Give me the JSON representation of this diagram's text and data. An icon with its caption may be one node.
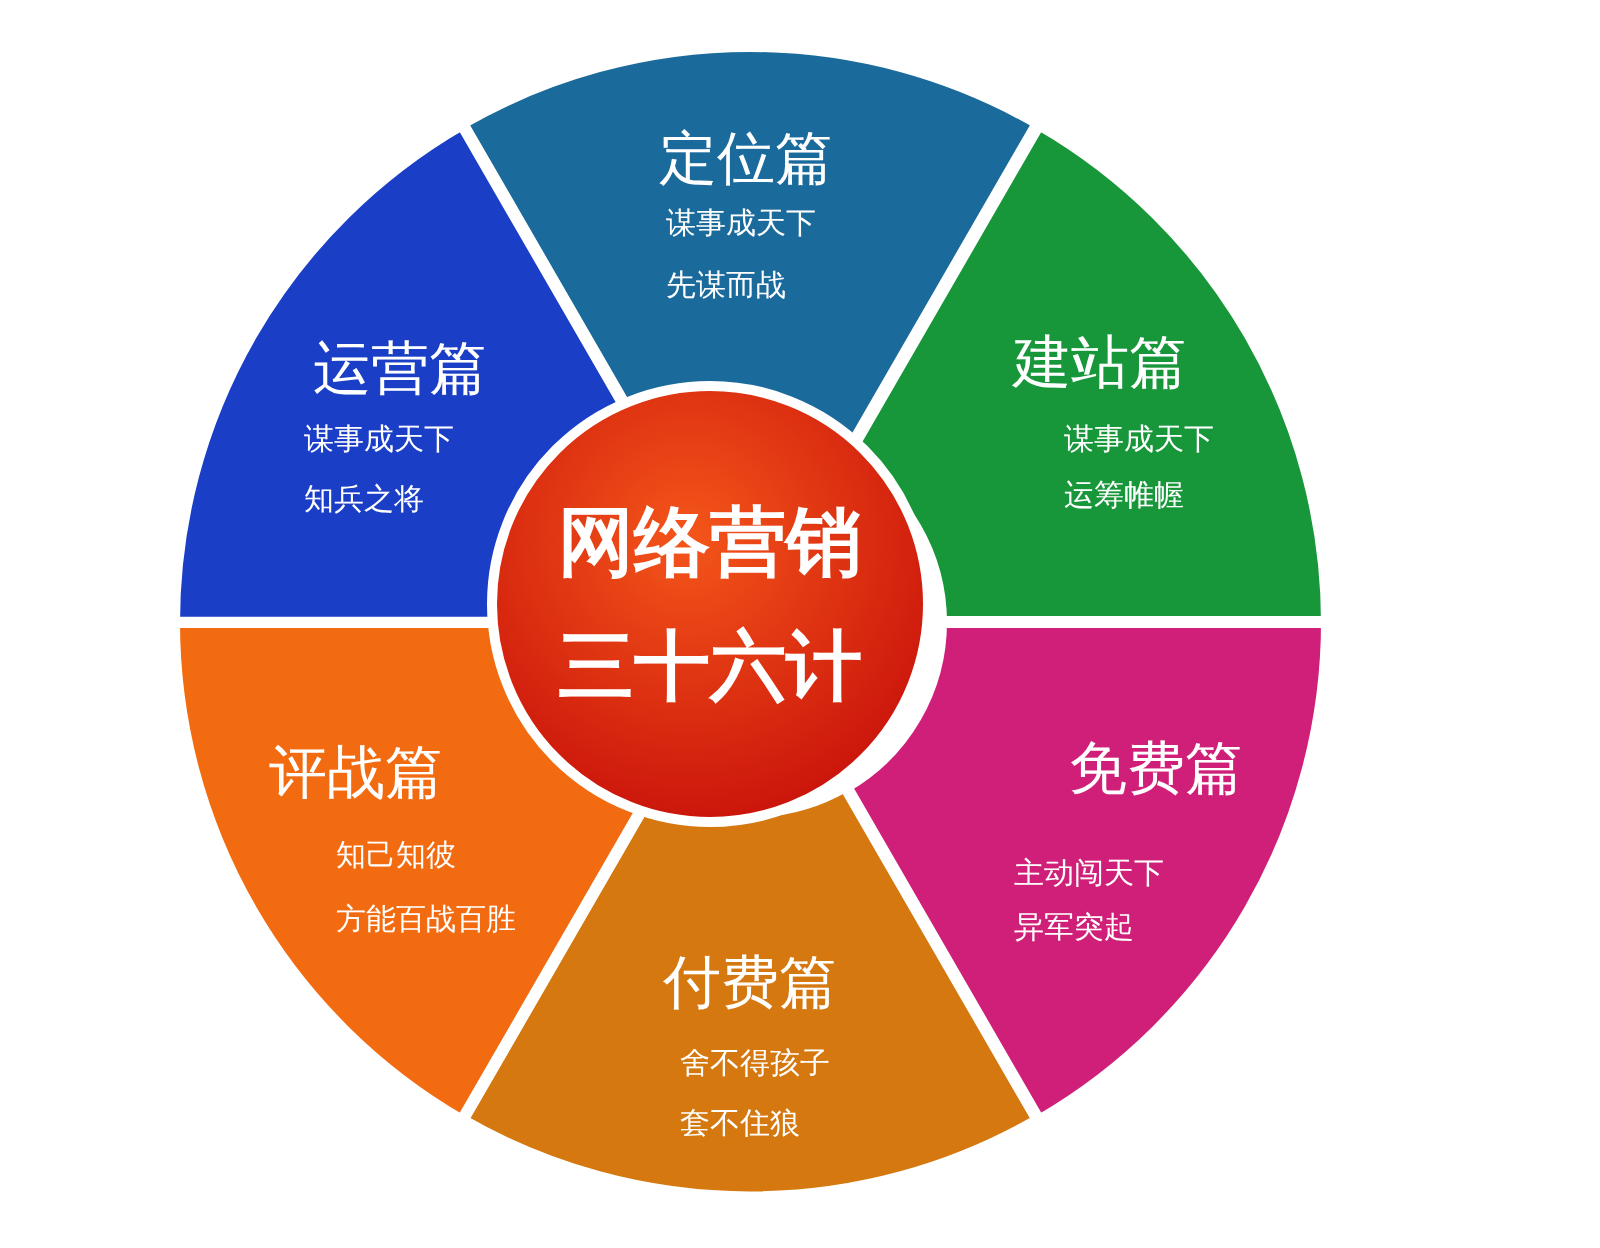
{
  "diagram": {
    "nodes": [
      {
        "text": [
          "网络营销三十六计"
        ]
      },
      {
        "text": [
          "定位篇",
          "谋事成天下",
          "先谋而战"
        ]
      },
      {
        "text": [
          "建站篇",
          "谋事成天下",
          "运筹帷幄"
        ]
      },
      {
        "text": [
          "免费篇",
          "主动闯天下",
          "异军突起"
        ]
      },
      {
        "text": [
          "付费篇",
          "舍不得孩子",
          "套不住狼"
        ]
      },
      {
        "text": [
          "评战篇",
          "知己知彼",
          "方能百战百胜"
        ]
      },
      {
        "text": [
          "运营篇",
          "谋事成天下",
          "知兵之将"
        ]
      }
    ]
  }
}
